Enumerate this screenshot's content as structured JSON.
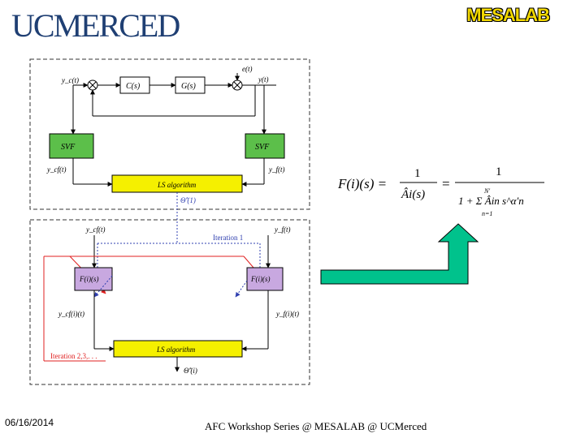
{
  "header": {
    "logo": "UCMERCED",
    "brand": "MESALAB"
  },
  "diagram": {
    "top": {
      "yc": "y_c(t)",
      "cs": "C(s)",
      "gs": "G(s)",
      "et": "e(t)",
      "yt": "y(t)",
      "svf_left": "SVF",
      "svf_right": "SVF",
      "ycf": "y_cf(t)",
      "yf": "y_f(t)",
      "ls": "LS algorithm",
      "theta": "Θ̂'(1)"
    },
    "bottom": {
      "ycf": "y_cf(t)",
      "yf": "y_f(t)",
      "iteration1": "Iteration 1",
      "f_left": "F(i)(s)",
      "f_right": "F(i)(s)",
      "ycf_i": "y_cf(i)(t)",
      "yf_i": "y_f(i)(t)",
      "iteration_n": "Iteration 2,3,. . .",
      "ls": "LS algorithm",
      "theta": "Θ̂'(i)"
    },
    "formula": {
      "lhs": "F(i)(s) =",
      "num1": "1",
      "den1": "Âi(s)",
      "eq": "=",
      "num2": "1",
      "den2": "1 + Σ Âin s^α'n",
      "sum_top": "N'",
      "sum_bottom": "n=1"
    }
  },
  "footer": {
    "date": "06/16/2014",
    "text": "AFC Workshop Series @ MESALAB @ UCMerced"
  },
  "colors": {
    "logo": "#1f3f73",
    "brand": "#f2d800",
    "svf_fill": "#5cbf4a",
    "ls_fill": "#f5f000",
    "f_fill": "#c8a8e0",
    "arrow_fill": "#00c28c",
    "feedback_red": "#e02020",
    "dotted_blue": "#3040b0"
  }
}
